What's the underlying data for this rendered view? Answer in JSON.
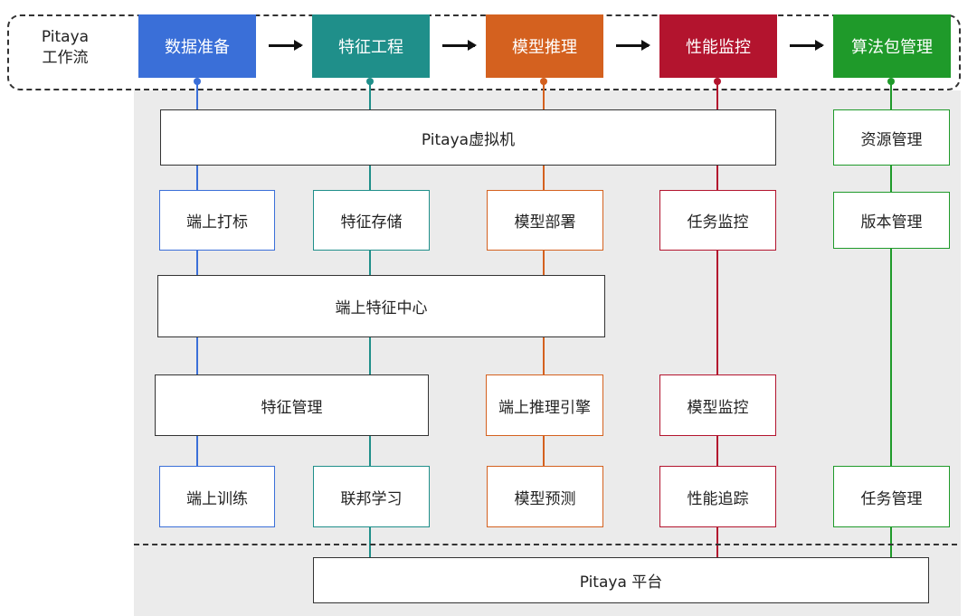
{
  "colors": {
    "blue": "#3a6fd8",
    "teal": "#1f8f8a",
    "orange": "#d4611f",
    "red": "#b3142e",
    "green": "#1f9a2a",
    "dark": "#333333"
  },
  "workflow": {
    "label_line1": "Pitaya",
    "label_line2": "工作流",
    "stages": [
      "数据准备",
      "特征工程",
      "模型推理",
      "性能监控",
      "算法包管理"
    ]
  },
  "boxes": {
    "vm": "Pitaya虚拟机",
    "resource_mgmt": "资源管理",
    "edge_labeling": "端上打标",
    "feature_storage": "特征存储",
    "model_deploy": "模型部署",
    "task_monitor": "任务监控",
    "version_mgmt": "版本管理",
    "edge_feature_center": "端上特征中心",
    "feature_mgmt": "特征管理",
    "edge_inference_engine": "端上推理引擎",
    "model_monitor": "模型监控",
    "edge_training": "端上训练",
    "federated_learning": "联邦学习",
    "model_prediction": "模型预测",
    "perf_tracking": "性能追踪",
    "task_mgmt": "任务管理",
    "platform": "Pitaya 平台"
  }
}
